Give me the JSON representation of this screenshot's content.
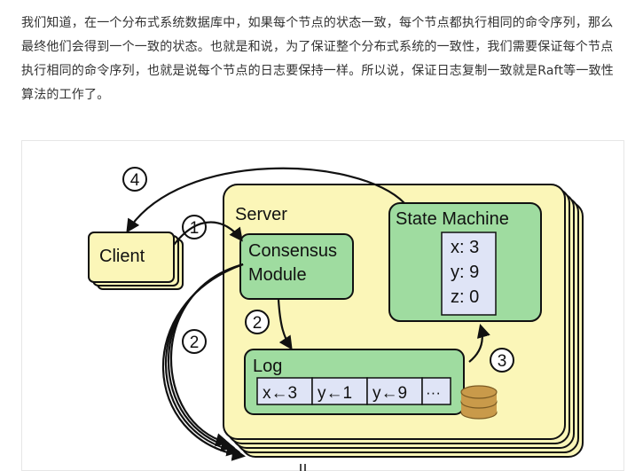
{
  "article": {
    "paragraph": "我们知道，在一个分布式系统数据库中，如果每个节点的状态一致，每个节点都执行相同的命令序列，那么最终他们会得到一个一致的状态。也就是和说，为了保证整个分布式系统的一致性，我们需要保证每个节点执行相同的命令序列，也就是说每个节点的日志要保持一样。所以说，保证日志复制一致就是Raft等一致性算法的工作了。"
  },
  "diagram": {
    "client_label": "Client",
    "server_label": "Server",
    "consensus_line1": "Consensus",
    "consensus_line2": "Module",
    "state_machine_label": "State Machine",
    "state_entries": [
      "x: 3",
      "y: 9",
      "z: 0"
    ],
    "log_label": "Log",
    "log_entries": [
      "x←3",
      "y←1",
      "y←9",
      "···"
    ],
    "step_1": "1",
    "step_2a": "2",
    "step_2b": "2",
    "step_3": "3",
    "step_4": "4",
    "colors": {
      "server_fill": "#fbf6b8",
      "module_fill": "#9fdca0",
      "cell_fill": "#dfe4f6",
      "client_fill": "#fbf6b8",
      "disk_fill": "#c99a4a"
    }
  }
}
